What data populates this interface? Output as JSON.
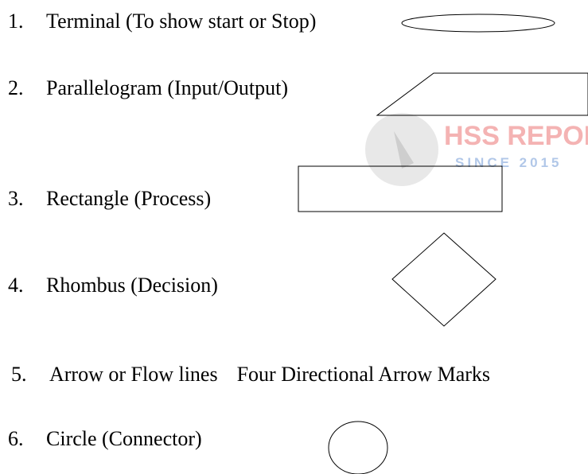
{
  "items": [
    {
      "number": "1.",
      "label": "Terminal (To show start or Stop)"
    },
    {
      "number": "2.",
      "label": "Parallelogram (Input/Output)"
    },
    {
      "number": "3.",
      "label": "Rectangle (Process)"
    },
    {
      "number": "4.",
      "label": "Rhombus (Decision)"
    },
    {
      "number": "5.",
      "label": "Arrow or Flow lines",
      "note": "Four Directional Arrow Marks"
    },
    {
      "number": "6.",
      "label": "Circle (Connector)"
    }
  ],
  "watermark": {
    "brand": "HSS REPOR",
    "tagline": "SINCE 2015",
    "brand_color": "#f3a6a6",
    "tagline_color": "#a9c2e6",
    "logo_color": "#c9c9c9"
  }
}
